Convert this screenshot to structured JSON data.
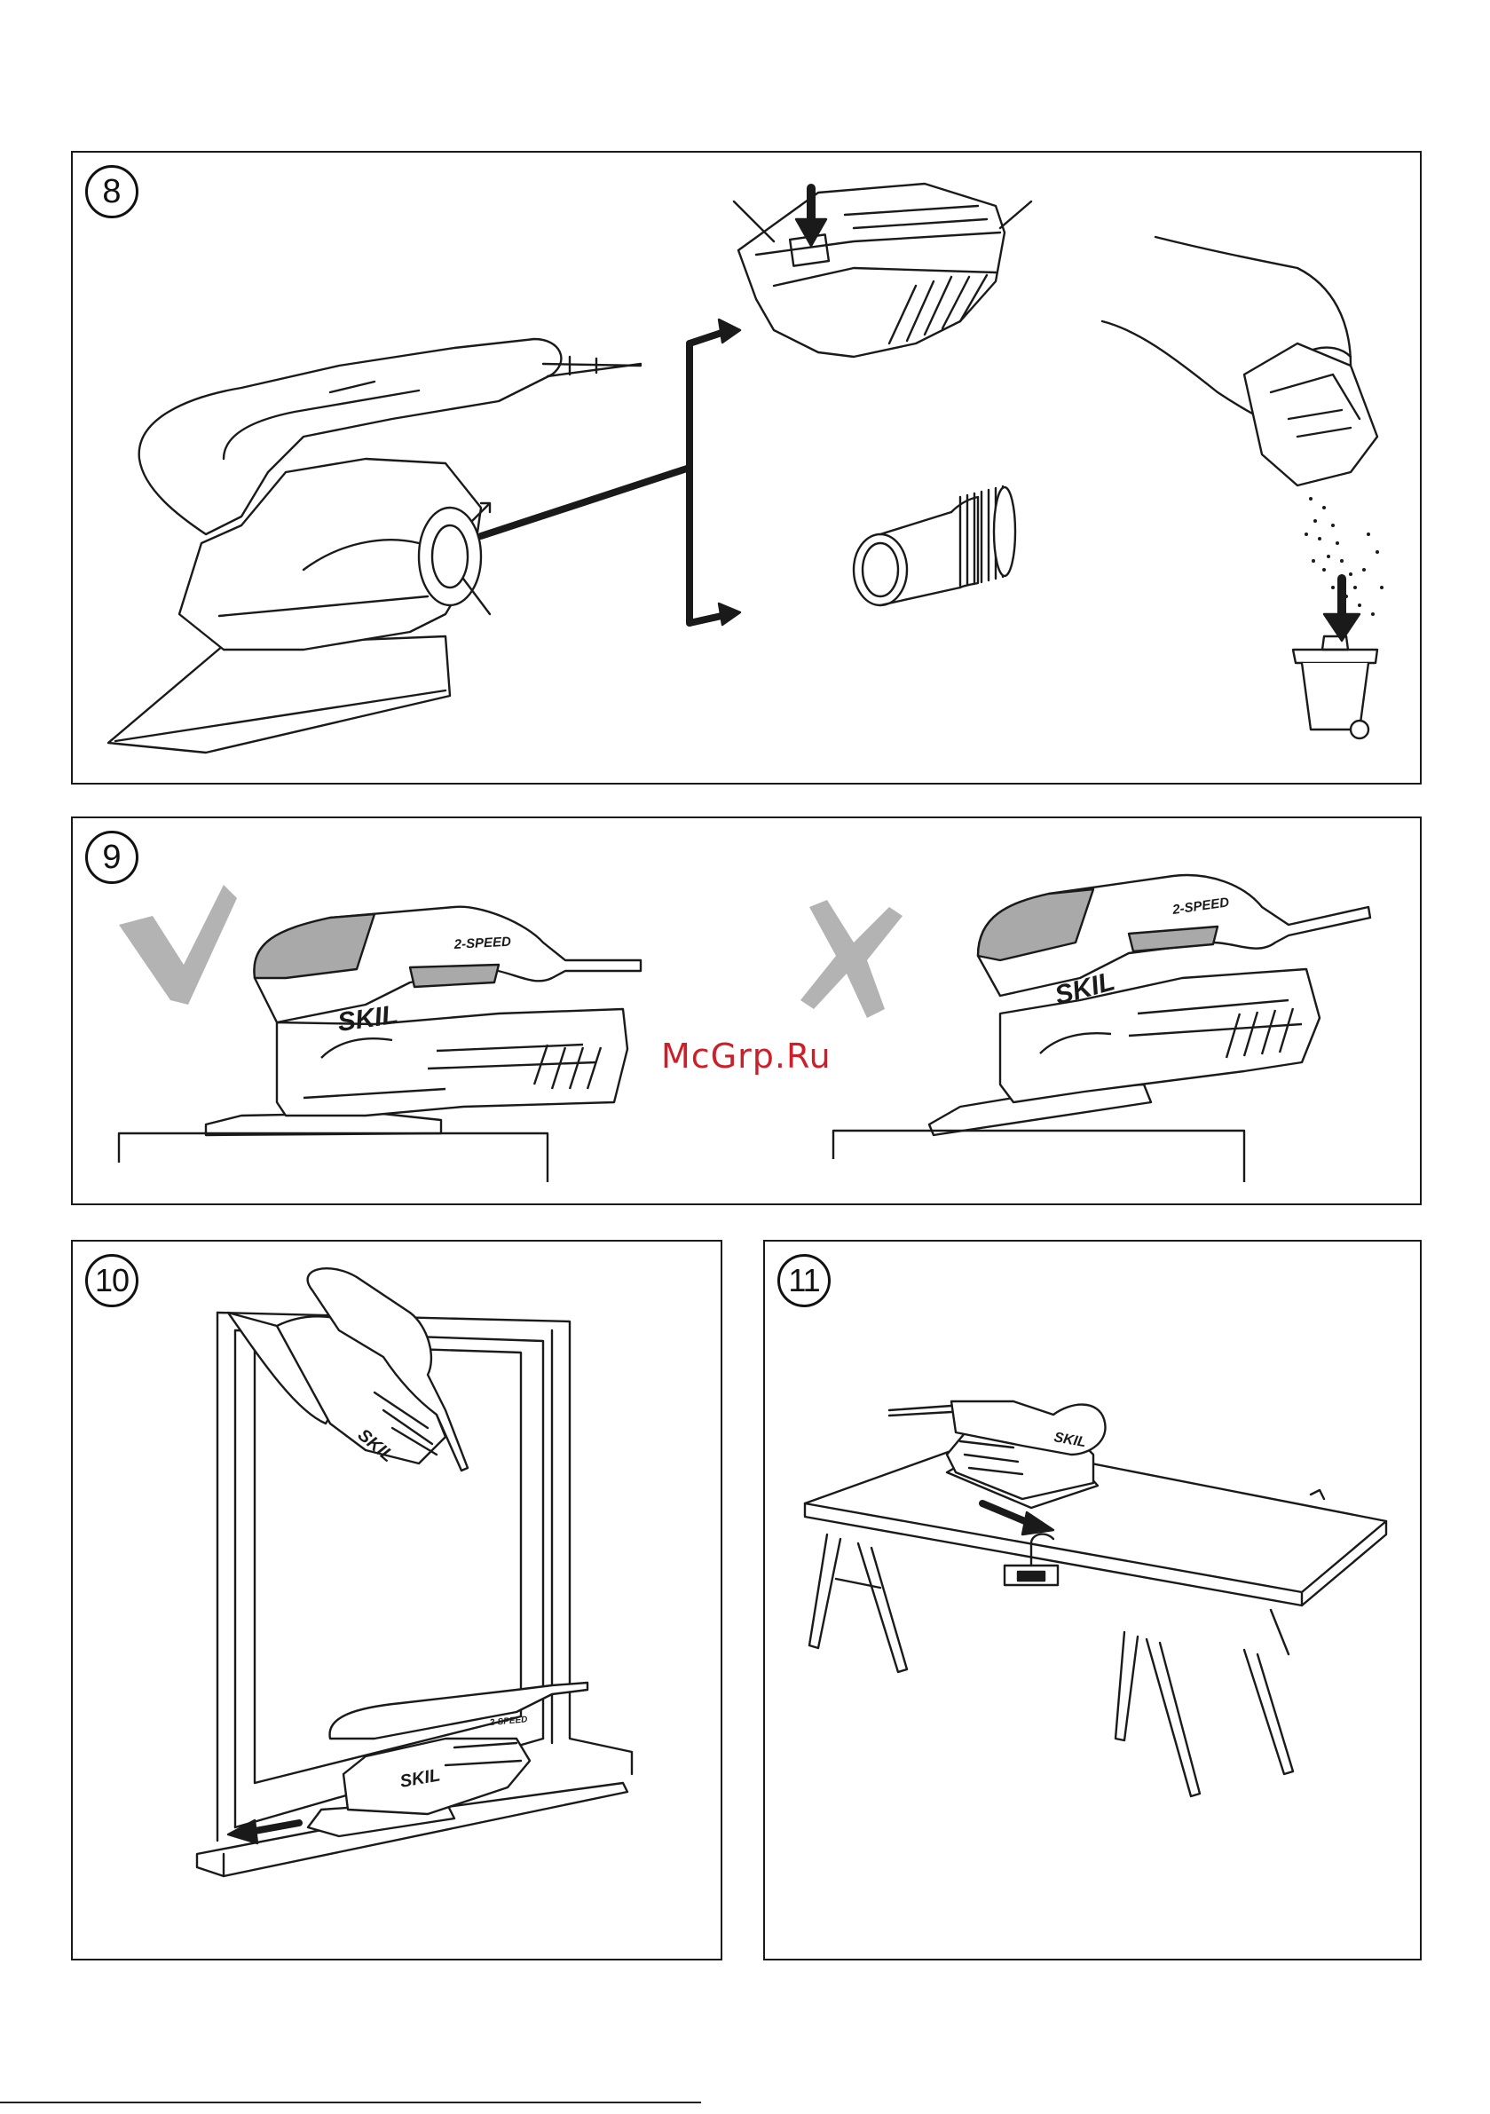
{
  "figures": [
    {
      "number": "8"
    },
    {
      "number": "9"
    },
    {
      "number": "10"
    },
    {
      "number": "11"
    }
  ],
  "brand": "SKIL",
  "speed_label": "2-SPEED",
  "watermark": "McGrp.Ru",
  "corner_mark": "",
  "colors": {
    "outline": "#1a1a1a",
    "grey_fill": "#a9a9a9",
    "check": "#b3b3b3",
    "watermark": "#cc1f2a"
  }
}
